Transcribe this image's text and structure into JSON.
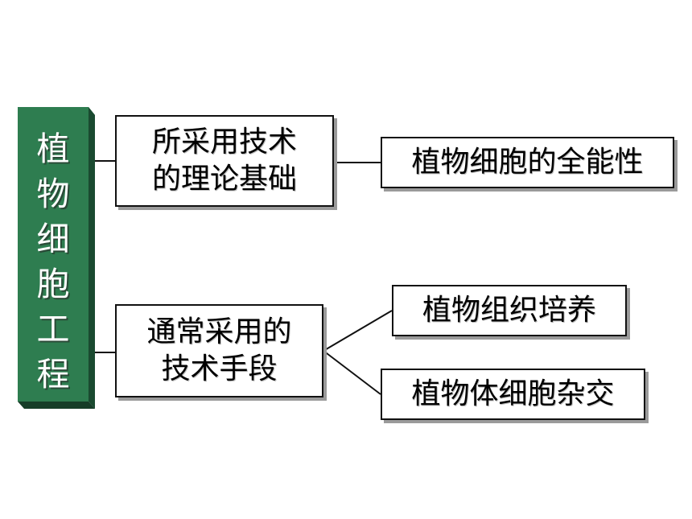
{
  "diagram": {
    "root": {
      "label": "植物细胞工程",
      "fill_color": "#2e7d50"
    },
    "nodes": {
      "theory": {
        "label": "所采用技术\n的理论基础"
      },
      "methods": {
        "label": "通常采用的\n技术手段"
      },
      "totipotency": {
        "label": "植物细胞的全能性"
      },
      "tissue_culture": {
        "label": "植物组织培养"
      },
      "somatic_hybridization": {
        "label": "植物体细胞杂交"
      }
    },
    "edges": [
      {
        "from": "root",
        "to": "theory"
      },
      {
        "from": "root",
        "to": "methods"
      },
      {
        "from": "theory",
        "to": "totipotency"
      },
      {
        "from": "methods",
        "to": "tissue_culture"
      },
      {
        "from": "methods",
        "to": "somatic_hybridization"
      }
    ]
  }
}
